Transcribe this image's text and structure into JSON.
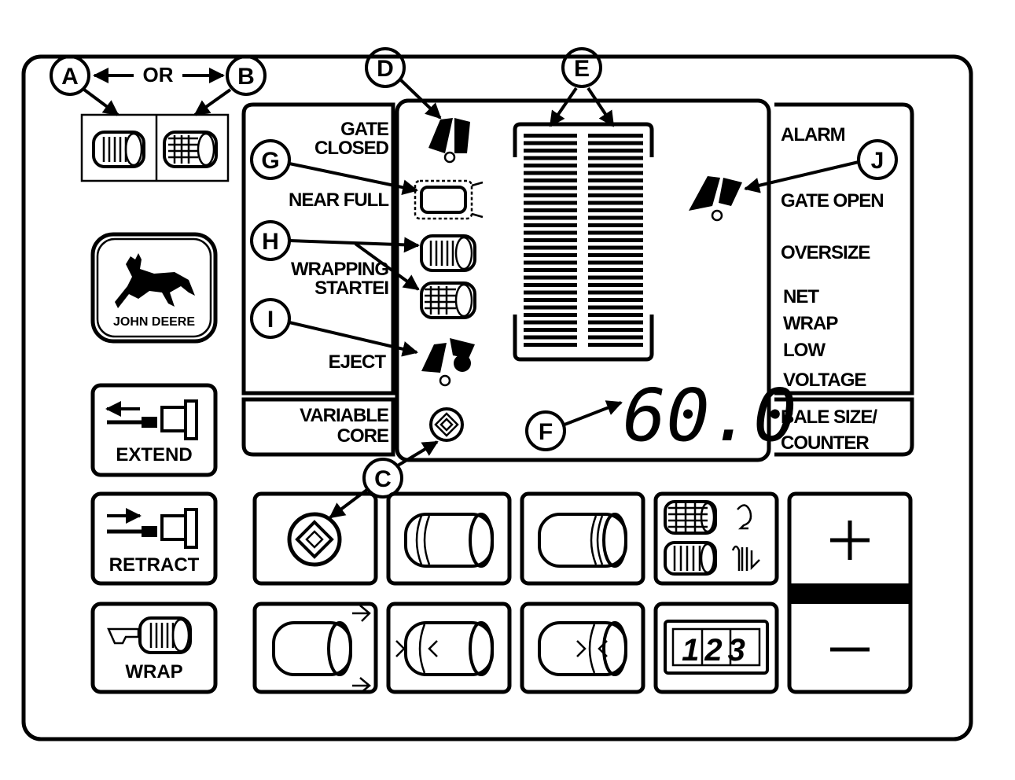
{
  "callouts": {
    "a": "A",
    "b": "B",
    "or": "OR",
    "c": "C",
    "d": "D",
    "e": "E",
    "f": "F",
    "g": "G",
    "h": "H",
    "i": "I",
    "j": "J"
  },
  "left_labels": {
    "gate_closed_1": "GATE",
    "gate_closed_2": "CLOSED",
    "near_full": "NEAR FULL",
    "wrapping_started_1": "WRAPPING",
    "wrapping_started_2": "STARTEI",
    "eject": "EJECT",
    "variable_core_1": "VARIABLE",
    "variable_core_2": "CORE"
  },
  "right_labels": {
    "alarm": "ALARM",
    "gate_open": "GATE OPEN",
    "oversize": "OVERSIZE",
    "net": "NET",
    "wrap": "WRAP",
    "low": "LOW",
    "voltage": "VOLTAGE",
    "bale_size": "BALE SIZE/",
    "counter": "COUNTER"
  },
  "display": {
    "readout": "60.0"
  },
  "logo": {
    "brand": "JOHN DEERE"
  },
  "buttons": {
    "extend": "EXTEND",
    "retract": "RETRACT",
    "wrap": "WRAP",
    "plus": "+",
    "minus": "—",
    "counter_digits": "123"
  }
}
